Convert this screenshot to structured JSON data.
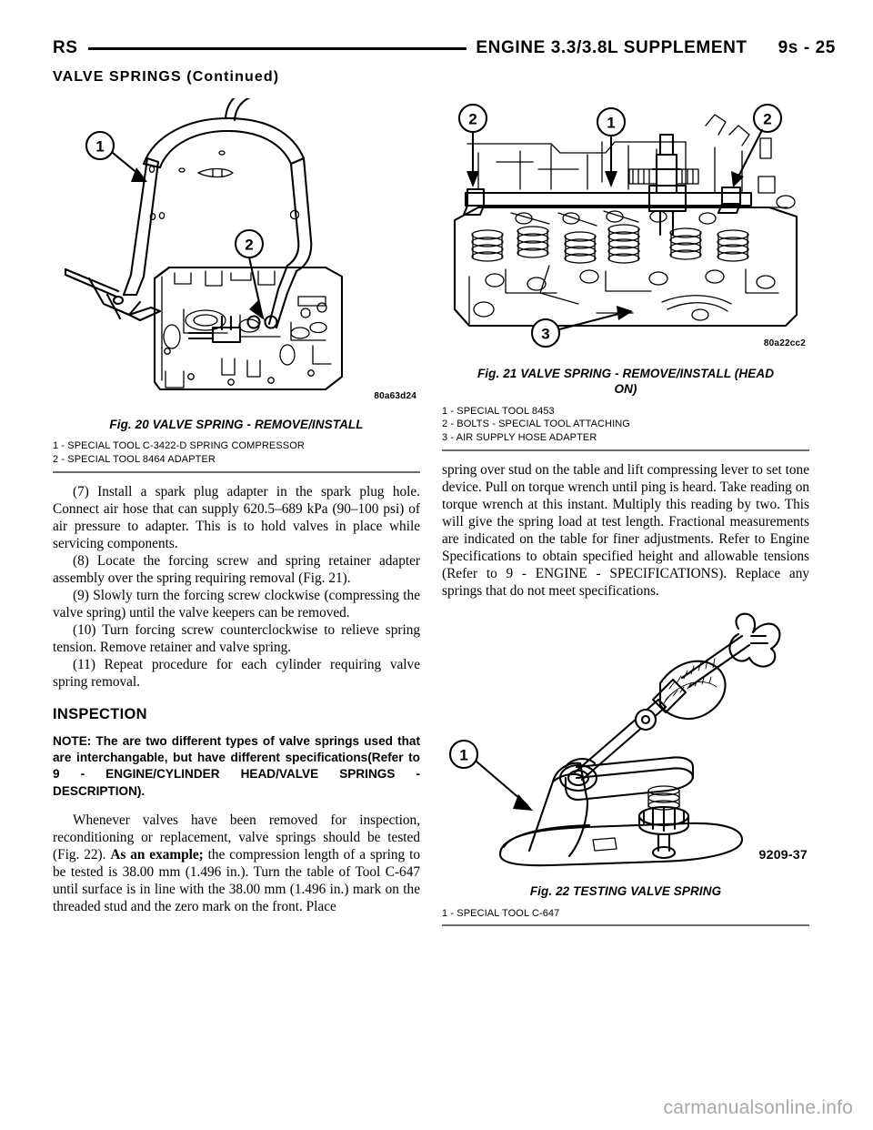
{
  "header": {
    "left_code": "RS",
    "title": "ENGINE 3.3/3.8L SUPPLEMENT",
    "page_number": "9s - 25"
  },
  "section_title": "VALVE SPRINGS (Continued)",
  "figures": {
    "fig20": {
      "caption": "Fig. 20 VALVE SPRING - REMOVE/INSTALL",
      "code": "80a63d24",
      "legend": [
        "1 - SPECIAL TOOL C-3422-D SPRING COMPRESSOR",
        "2 - SPECIAL TOOL 8464 ADAPTER"
      ],
      "callouts": [
        "1",
        "2"
      ]
    },
    "fig21": {
      "caption_line1": "Fig. 21 VALVE SPRING - REMOVE/INSTALL (HEAD",
      "caption_line2": "ON)",
      "code": "80a22cc2",
      "legend": [
        "1 - SPECIAL TOOL 8453",
        "2 - BOLTS - SPECIAL TOOL ATTACHING",
        "3 - AIR SUPPLY HOSE ADAPTER"
      ],
      "callouts": [
        "2",
        "1",
        "2",
        "3"
      ]
    },
    "fig22": {
      "caption": "Fig. 22 TESTING VALVE SPRING",
      "code": "9209-37",
      "legend": [
        "1 - SPECIAL TOOL C-647"
      ],
      "callouts": [
        "1"
      ]
    }
  },
  "left_column": {
    "step7": "(7) Install a spark plug adapter in the spark plug hole. Connect air hose that can supply 620.5–689 kPa (90–100 psi) of air pressure to adapter. This is to hold valves in place while servicing components.",
    "step8": "(8) Locate the forcing screw and spring retainer adapter assembly over the spring requiring removal (Fig. 21).",
    "step9": "(9) Slowly turn the forcing screw clockwise (compressing the valve spring) until the valve keepers can be removed.",
    "step10": "(10) Turn forcing screw counterclockwise to relieve spring tension. Remove retainer and valve spring.",
    "step11": "(11) Repeat procedure for each cylinder requiring valve spring removal.",
    "inspection_heading": "INSPECTION",
    "note": "NOTE: The are two different types of valve springs used that are interchangable, but have different specifications(Refer to 9 - ENGINE/CYLINDER HEAD/VALVE SPRINGS - DESCRIPTION).",
    "para_part1": "Whenever valves have been removed for inspection, reconditioning or replacement, valve springs should be tested (Fig. 22). ",
    "para_bold": "As an example;",
    "para_part2": " the compression length of a spring to be tested is 38.00 mm (1.496 in.). Turn the table of Tool C-647 until surface is in line with the 38.00 mm (1.496 in.) mark on the threaded stud and the zero mark on the front. Place"
  },
  "right_column": {
    "para_continued": "spring over stud on the table and lift compressing lever to set tone device. Pull on torque wrench until ping is heard. Take reading on torque wrench at this instant. Multiply this reading by two. This will give the spring load at test length. Fractional measurements are indicated on the table for finer adjustments. Refer to Engine Specifications to obtain specified height and allowable tensions (Refer to 9 - ENGINE - SPECIFICATIONS). Replace any springs that do not meet specifications."
  },
  "watermark": "carmanualsonline.info"
}
